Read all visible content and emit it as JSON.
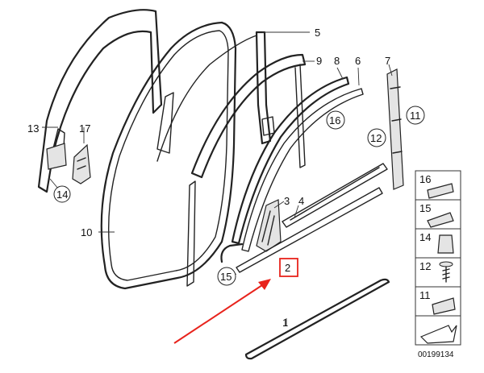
{
  "callouts": {
    "c1": "1",
    "c2": "2",
    "c3": "3",
    "c4": "4",
    "c5": "5",
    "c6": "6",
    "c7": "7",
    "c8": "8",
    "c9": "9",
    "c10": "10",
    "c11": "11",
    "c12": "12",
    "c13": "13",
    "c14": "14",
    "c15": "15",
    "c16": "16",
    "c17": "17"
  },
  "legend": {
    "items": [
      "16",
      "15",
      "14",
      "12",
      "11"
    ]
  },
  "diagram_number": "00199134",
  "colors": {
    "highlight": "#e8231c",
    "line": "#222222",
    "part_fill": "#e4e4e4"
  }
}
